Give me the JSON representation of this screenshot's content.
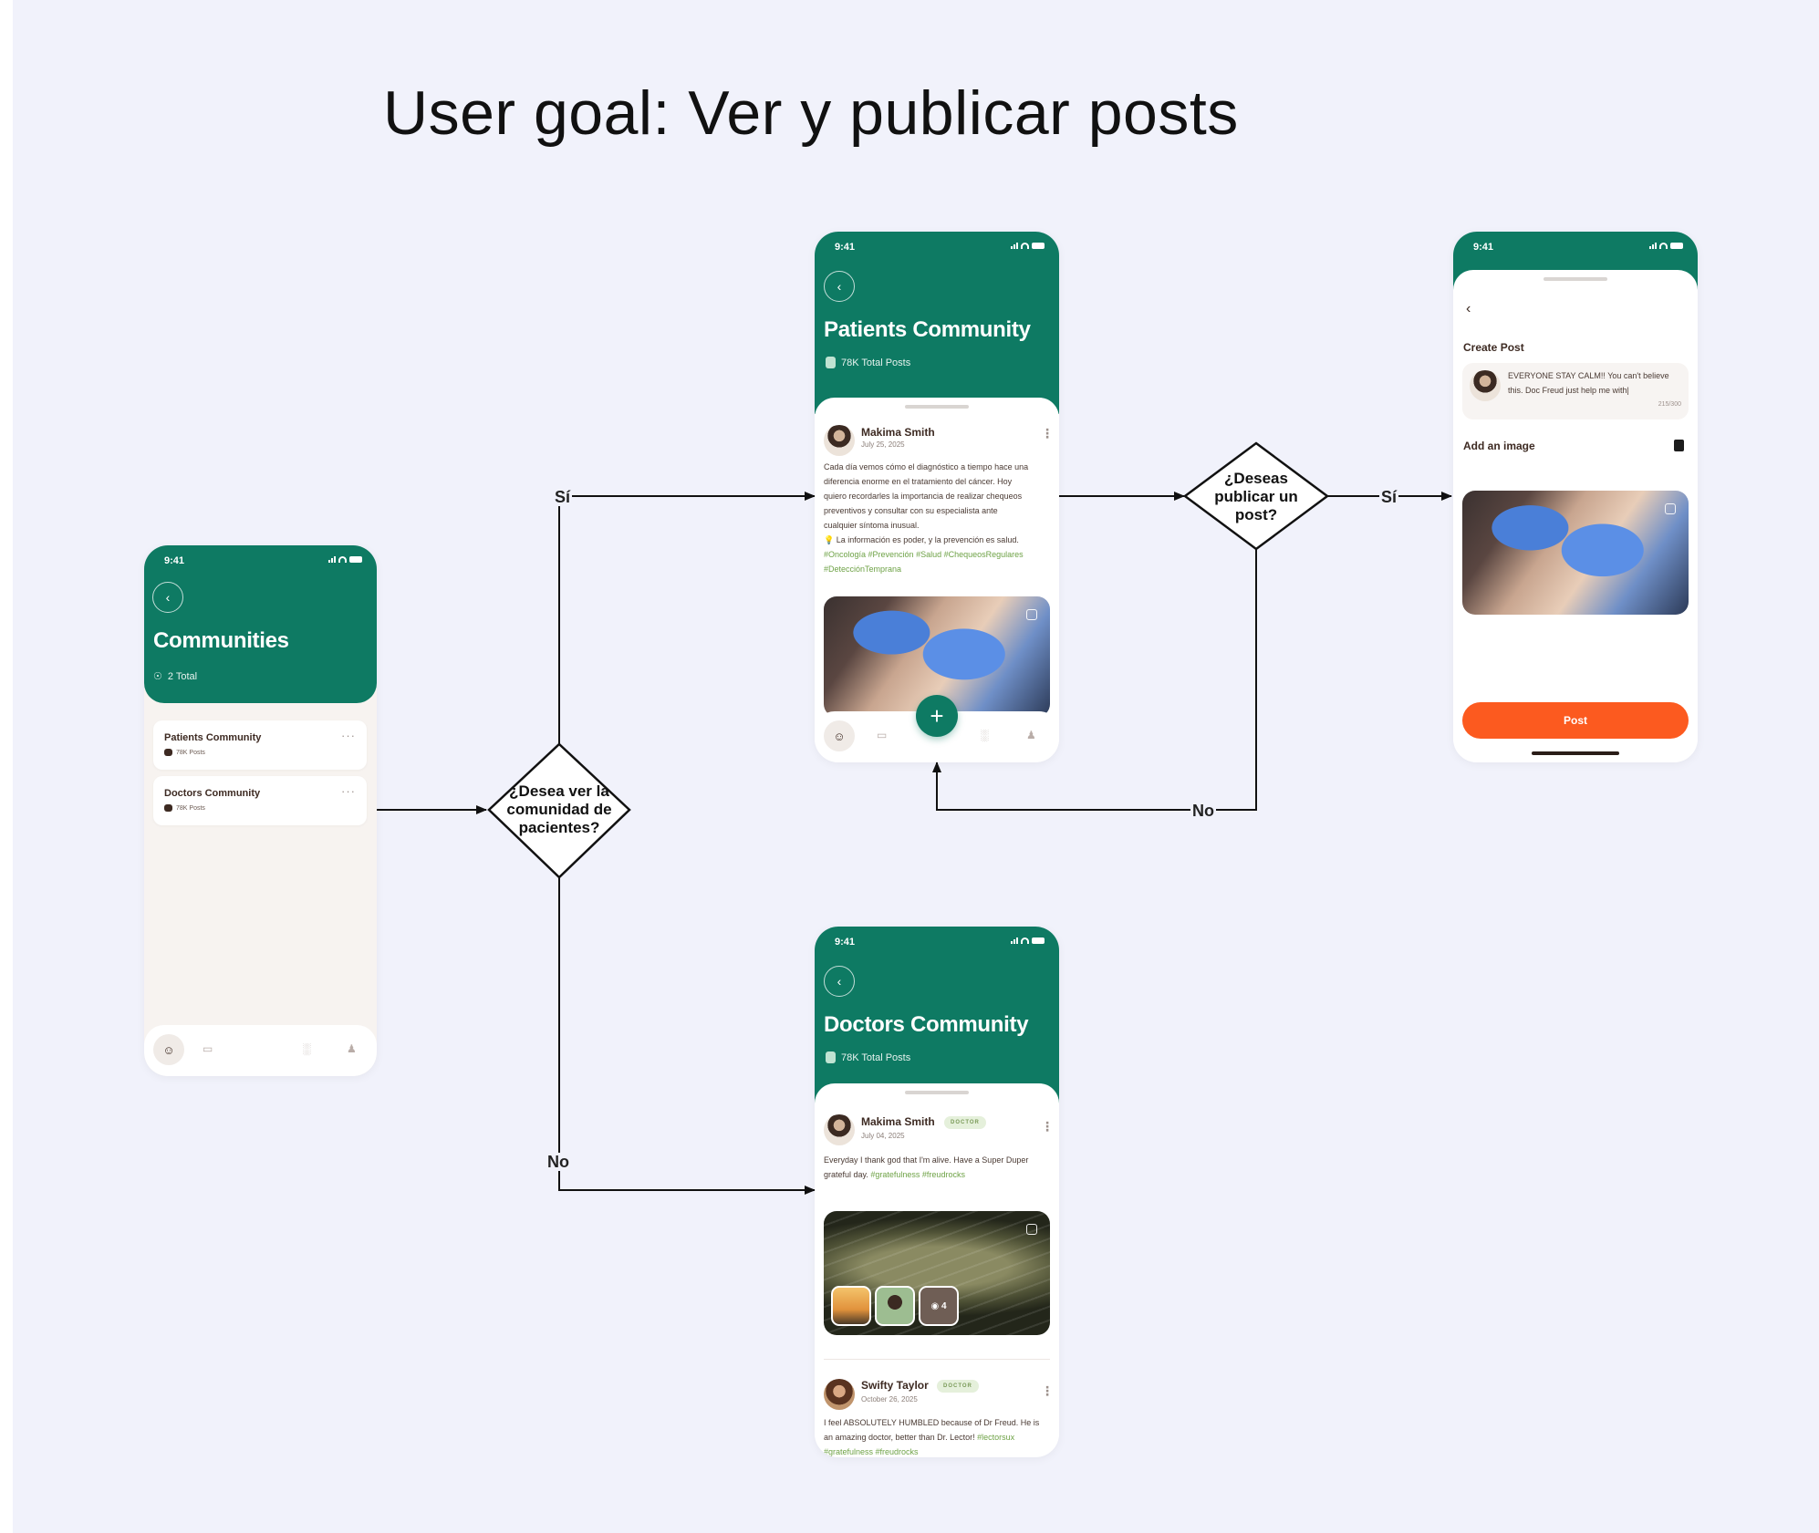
{
  "title": "User goal: Ver y publicar posts",
  "flow": {
    "decision_view": [
      "¿Desea ver la",
      "comunidad de",
      "pacientes?"
    ],
    "decision_post": [
      "¿Deseas",
      "publicar un",
      "post?"
    ],
    "yes": "Sí",
    "no": "No"
  },
  "status_time": "9:41",
  "communities": {
    "title": "Communities",
    "total": "2 Total",
    "items": [
      {
        "name": "Patients Community",
        "count": "78K Posts"
      },
      {
        "name": "Doctors Community",
        "count": "78K Posts"
      }
    ]
  },
  "patients": {
    "title": "Patients Community",
    "subtitle": "78K Total Posts",
    "post": {
      "author": "Makima Smith",
      "date": "July 25, 2025",
      "lines": [
        "Cada día vemos cómo el diagnóstico a tiempo hace una",
        "diferencia enorme en el tratamiento del cáncer. Hoy",
        "quiero recordarles la importancia de realizar chequeos",
        "preventivos y consultar con su especialista ante",
        "cualquier síntoma inusual.",
        "💡 La información es poder, y la prevención es salud."
      ],
      "tags_line1": "#Oncología #Prevención #Salud #ChequeosRegulares",
      "tags_line2": "#DetecciónTemprana"
    }
  },
  "doctors": {
    "title": "Doctors Community",
    "subtitle": "78K Total Posts",
    "post1": {
      "author": "Makima Smith",
      "badge": "DOCTOR",
      "date": "July 04, 2025",
      "line1": "Everyday I thank god that I'm alive. Have a Super Duper",
      "line2": "grateful day.",
      "tags": "#gratefulness #freudrocks",
      "more_count": "4"
    },
    "post2": {
      "author": "Swifty Taylor",
      "badge": "DOCTOR",
      "date": "October 26, 2025",
      "line1": "I feel ABSOLUTELY HUMBLED because of Dr Freud. He is",
      "line2": "an amazing doctor, better than Dr. Lector!",
      "tag_inline": "#lectorsux",
      "tags": "#gratefulness #freudrocks"
    }
  },
  "create_post": {
    "label": "Create Post",
    "text_line1": "EVERYONE STAY CALM!! You can't believe",
    "text_line2": "this. Doc Freud just help me with|",
    "counter": "215/300",
    "add_image": "Add an image",
    "post_button": "Post"
  },
  "colors": {
    "brand_green": "#0e7a63",
    "accent_orange": "#fc5a1f",
    "canvas": "#f1f2fb"
  }
}
